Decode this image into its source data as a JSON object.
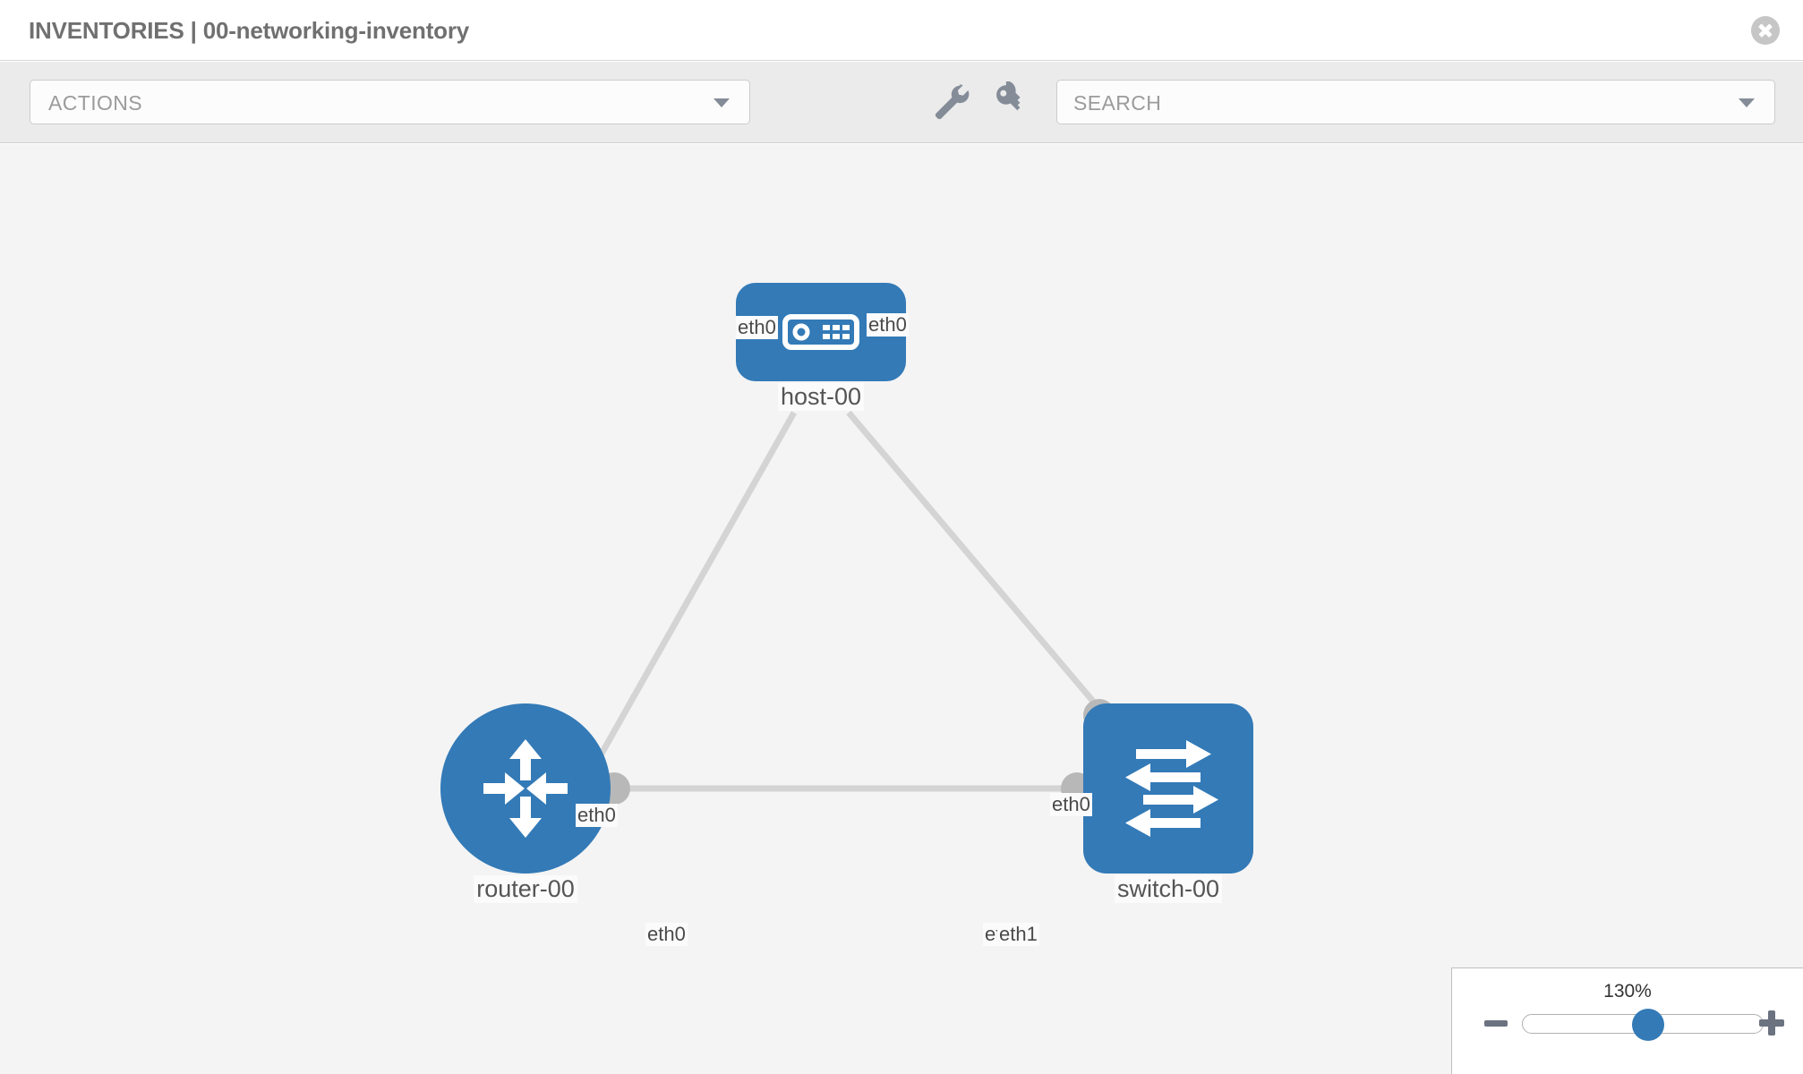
{
  "header": {
    "title": "INVENTORIES | 00-networking-inventory",
    "close_icon": "close-icon"
  },
  "toolbar": {
    "actions_label": "ACTIONS",
    "actions_caret_icon": "chevron-down-icon",
    "wrench_icon": "wrench-icon",
    "key_icon": "key-icon",
    "search_placeholder": "SEARCH",
    "search_caret_icon": "chevron-down-icon"
  },
  "colors": {
    "node_blue": "#337ab7",
    "link_gray": "#d4d4d4",
    "nub_gray": "#b8b8b8",
    "canvas_bg": "#f4f4f4",
    "toolbar_bg": "#ebebeb"
  },
  "topology": {
    "nodes": [
      {
        "id": "host-00",
        "label": "host-00",
        "icon": "server-icon",
        "type": "host"
      },
      {
        "id": "router-00",
        "label": "router-00",
        "icon": "router-arrows-icon",
        "type": "router"
      },
      {
        "id": "switch-00",
        "label": "switch-00",
        "icon": "switch-arrows-icon",
        "type": "switch"
      }
    ],
    "links": [
      {
        "from": "host-00",
        "from_iface": "eth0",
        "to": "router-00",
        "to_iface": "eth0"
      },
      {
        "from": "host-00",
        "from_iface": "eth0",
        "to": "switch-00",
        "to_iface": "eth0"
      },
      {
        "from": "router-00",
        "from_iface": "eth0",
        "to": "switch-00",
        "to_iface": "eth1"
      }
    ],
    "interface_labels": {
      "host_left": "eth0",
      "host_right": "eth0",
      "router_upper": "eth0",
      "switch_upper": "eth0",
      "router_right": "eth0",
      "switch_left_overlap": "eth",
      "switch_left": "eth1"
    }
  },
  "zoom_control": {
    "value_label": "130%",
    "minus_icon": "minus-icon",
    "plus_icon": "plus-icon",
    "slider_percent": 52
  }
}
